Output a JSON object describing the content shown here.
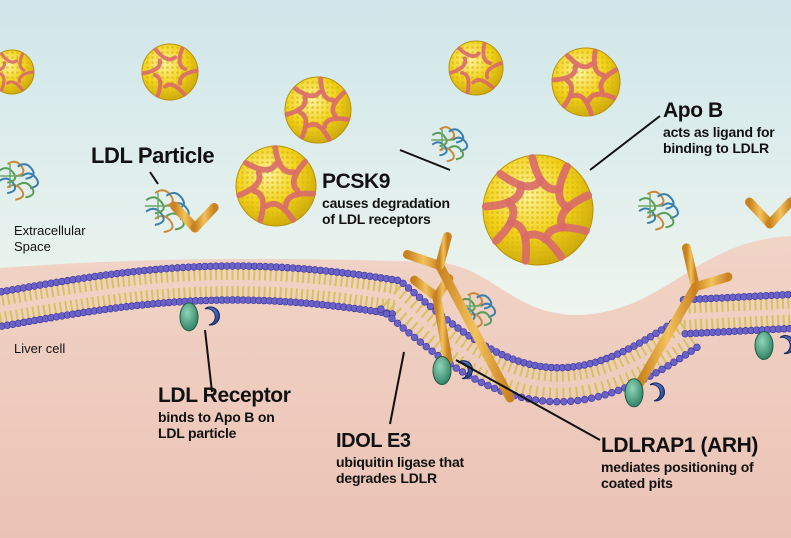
{
  "labels": {
    "ldl_particle": "LDL Particle",
    "extracellular_line1": "Extracellular",
    "extracellular_line2": "Space",
    "liver_cell": "Liver cell",
    "pcsk9_title": "PCSK9",
    "pcsk9_line1": "causes degradation",
    "pcsk9_line2": "of LDL receptors",
    "apob_title": "Apo B",
    "apob_line1": "acts as ligand for",
    "apob_line2": "binding to LDLR",
    "ldlr_title": "LDL Receptor",
    "ldlr_line1": "binds to Apo B on",
    "ldlr_line2": "LDL particle",
    "idol_title": "IDOL E3",
    "idol_line1": "ubiquitin ligase that",
    "idol_line2": "degrades LDLR",
    "ldlrap_title": "LDLRAP1 (ARH)",
    "ldlrap_line1": "mediates positioning of",
    "ldlrap_line2": "coated pits"
  },
  "colors": {
    "extracellular_top": "#cfe6ea",
    "extracellular_bottom": "#eaf3ee",
    "cytoplasm_top": "#f3dccf",
    "cytoplasm_bottom": "#ecc5b8",
    "lipid_head": "#6b62c8",
    "lipid_tail": "#d8c25a",
    "ldl_particle": "#f2d21a",
    "apob_strand": "#d96a6a",
    "receptor": "#e0a23c",
    "ldlrap1_domain": "#3f9c7e",
    "idol_domain": "#2f4f9a",
    "pcsk9_protein": "#5a9c5a"
  },
  "icons": [
    "ldl-particle-icon",
    "ldl-receptor-icon",
    "pcsk9-protein-icon",
    "idol-e3-icon",
    "ldlrap1-icon",
    "membrane-icon"
  ]
}
